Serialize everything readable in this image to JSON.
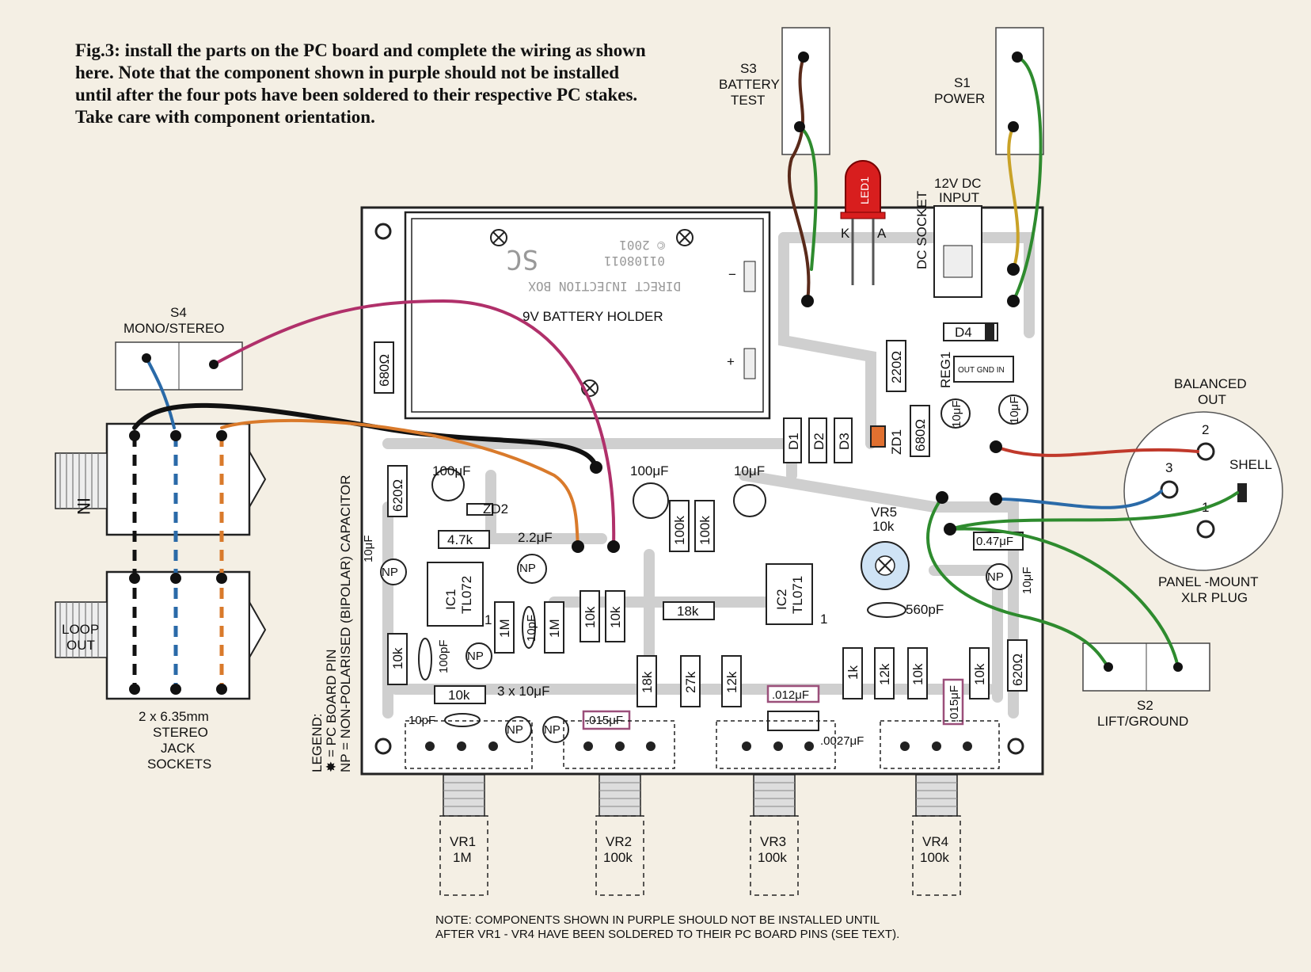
{
  "caption": "Fig.3: install the parts on the PC board and complete the wiring as shown here. Note that the component shown in purple should not be installed until after the four pots have been soldered to their respective PC stakes. Take care with component orientation.",
  "switches": {
    "s3": {
      "id": "S3",
      "name": "BATTERY",
      "name2": "TEST"
    },
    "s1": {
      "id": "S1",
      "name": "POWER"
    },
    "s4": {
      "id": "S4",
      "name": "MONO/STEREO"
    },
    "s2": {
      "id": "S2",
      "name": "LIFT/GROUND"
    }
  },
  "led": {
    "name": "LED1",
    "k": "K",
    "a": "A"
  },
  "dc": {
    "input_line1": "12V DC",
    "input_line2": "INPUT",
    "socket": "DC SOCKET"
  },
  "battery": {
    "label": "9V BATTERY HOLDER",
    "minus": "−",
    "plus": "+",
    "board_lines": [
      "© 2001",
      "01108011",
      "SC",
      "DIRECT INJECTION BOX"
    ]
  },
  "jacks": {
    "in": "IN",
    "loop_out_1": "LOOP",
    "loop_out_2": "OUT",
    "desc_1": "2 x 6.35mm",
    "desc_2": "STEREO",
    "desc_3": "JACK",
    "desc_4": "SOCKETS"
  },
  "xlr": {
    "balanced_1": "BALANCED",
    "balanced_2": "OUT",
    "pin2": "2",
    "pin3": "3",
    "pin1": "1",
    "shell": "SHELL",
    "panel_1": "PANEL -MOUNT",
    "panel_2": "XLR PLUG"
  },
  "diodes": [
    "D1",
    "D2",
    "D3",
    "ZD1",
    "D4",
    "ZD2"
  ],
  "reg": {
    "name": "REG1",
    "pins": "OUT  GND  IN"
  },
  "ics": {
    "ic1_name": "IC1",
    "ic1_type": "TL072",
    "ic2_name": "IC2",
    "ic2_type": "TL071",
    "pin1": "1"
  },
  "resistors": {
    "r680a": "680Ω",
    "r220": "220Ω",
    "r680b": "680Ω",
    "r620a": "620Ω",
    "r620b": "620Ω",
    "r4k7": "4.7k",
    "r1ma": "1M",
    "r1mb": "1M",
    "r10ka": "10k",
    "r10kb": "10k",
    "r10kc": "10k",
    "r10kd": "10k",
    "r100ka": "100k",
    "r100kb": "100k",
    "r18ka": "18k",
    "r18kb": "18k",
    "r27k": "27k",
    "r12ka": "12k",
    "r1k": "1k",
    "r12kb": "12k",
    "r10ke": "10k",
    "r10kf": "10k"
  },
  "caps": {
    "c100a": "100μF",
    "c100b": "100μF",
    "c10a": "10μF",
    "c22": "2.2μF",
    "c10v": "10μF",
    "c10p": "10pF",
    "c100p": "100pF",
    "c3x10": "3 x 10μF",
    "c10pb": "10pF",
    "c015a": ".015μF",
    "c012": ".012μF",
    "c0027": ".0027μF",
    "c015b": ".015μF",
    "c047": "0.47μF",
    "c560": "560pF",
    "c10r1": "10μF",
    "c10r2": "10μF",
    "c10v2": "10μF",
    "np": "NP"
  },
  "vr5": {
    "name": "VR5",
    "value": "10k"
  },
  "pots": [
    {
      "name": "VR1",
      "value": "1M"
    },
    {
      "name": "VR2",
      "value": "100k"
    },
    {
      "name": "VR3",
      "value": "100k"
    },
    {
      "name": "VR4",
      "value": "100k"
    }
  ],
  "legend": {
    "line1": "LEGEND:",
    "line2": "✸ = PC BOARD PIN",
    "line3": "NP = NON-POLARISED (BIPOLAR) CAPACITOR"
  },
  "note": {
    "line1": "NOTE: COMPONENTS SHOWN IN PURPLE SHOULD NOT BE INSTALLED UNTIL",
    "line2": "AFTER VR1 - VR4  HAVE BEEN SOLDERED TO THEIR PC BOARD PINS (SEE TEXT)."
  },
  "colors": {
    "board": "#ffffff",
    "trace": "#c8c8c8",
    "led": "#d81e1e",
    "wire_green": "#2e8b2e",
    "wire_brown": "#5a2a1a",
    "wire_purple": "#b0306a",
    "wire_orange": "#d97a2b",
    "wire_blue": "#2a6aa8",
    "wire_red": "#c0392b",
    "wire_yellow": "#c9a227",
    "purple_part": "#9b4f7a"
  }
}
